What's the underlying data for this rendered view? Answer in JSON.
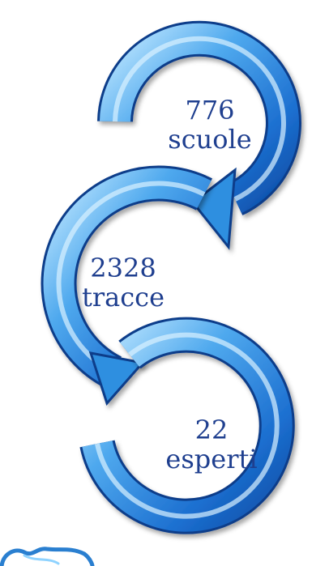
{
  "steps": [
    {
      "value": "776",
      "label": "scuole"
    },
    {
      "value": "2328",
      "label": "tracce"
    },
    {
      "value": "22",
      "label": "esperti"
    }
  ],
  "colors": {
    "arrow_light": "#8fd3ff",
    "arrow_mid": "#2f8fe0",
    "arrow_dark": "#0d4fa8",
    "outline": "#0b3d8a",
    "text": "#1f3f8f",
    "logo": "#2a7fd0"
  },
  "icons": {
    "logo": "partial-logo-icon"
  }
}
